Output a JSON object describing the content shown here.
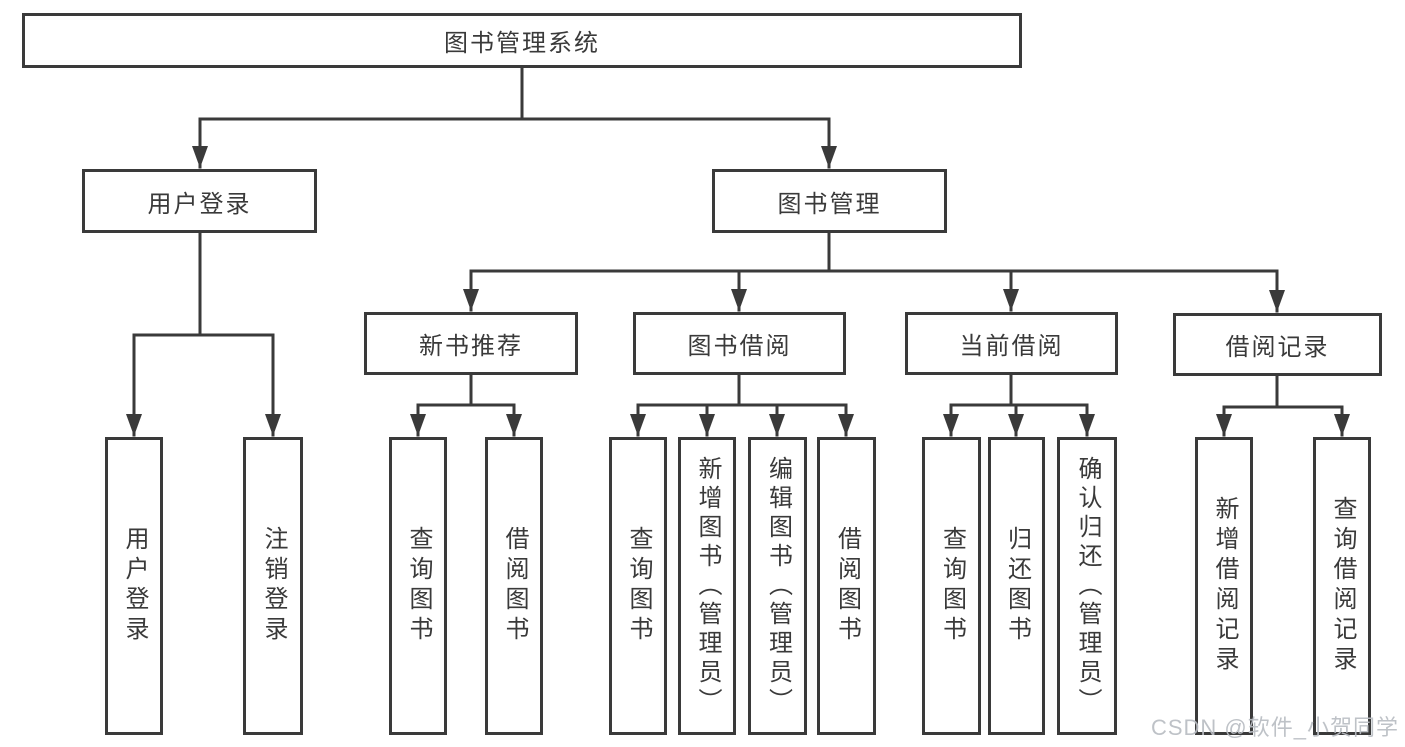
{
  "colors": {
    "line": "#3a3a3a",
    "text": "#3a3a3a",
    "box_border": "#3a3a3a",
    "background": "#ffffff",
    "watermark": "#b9bdc3"
  },
  "watermark": {
    "text": "CSDN @软件_小贺同学"
  },
  "tree": {
    "root": "图书管理系统",
    "children": [
      {
        "label": "用户登录",
        "children": [
          "用户登录",
          "注销登录"
        ]
      },
      {
        "label": "图书管理",
        "children": [
          {
            "label": "新书推荐",
            "children": [
              "查询图书",
              "借阅图书"
            ]
          },
          {
            "label": "图书借阅",
            "children": [
              "查询图书",
              "新增图书（管理员）",
              "编辑图书（管理员）",
              "借阅图书"
            ]
          },
          {
            "label": "当前借阅",
            "children": [
              "查询图书",
              "归还图书",
              "确认归还（管理员）"
            ]
          },
          {
            "label": "借阅记录",
            "children": [
              "新增借阅记录",
              "查询借阅记录"
            ]
          }
        ]
      }
    ]
  }
}
